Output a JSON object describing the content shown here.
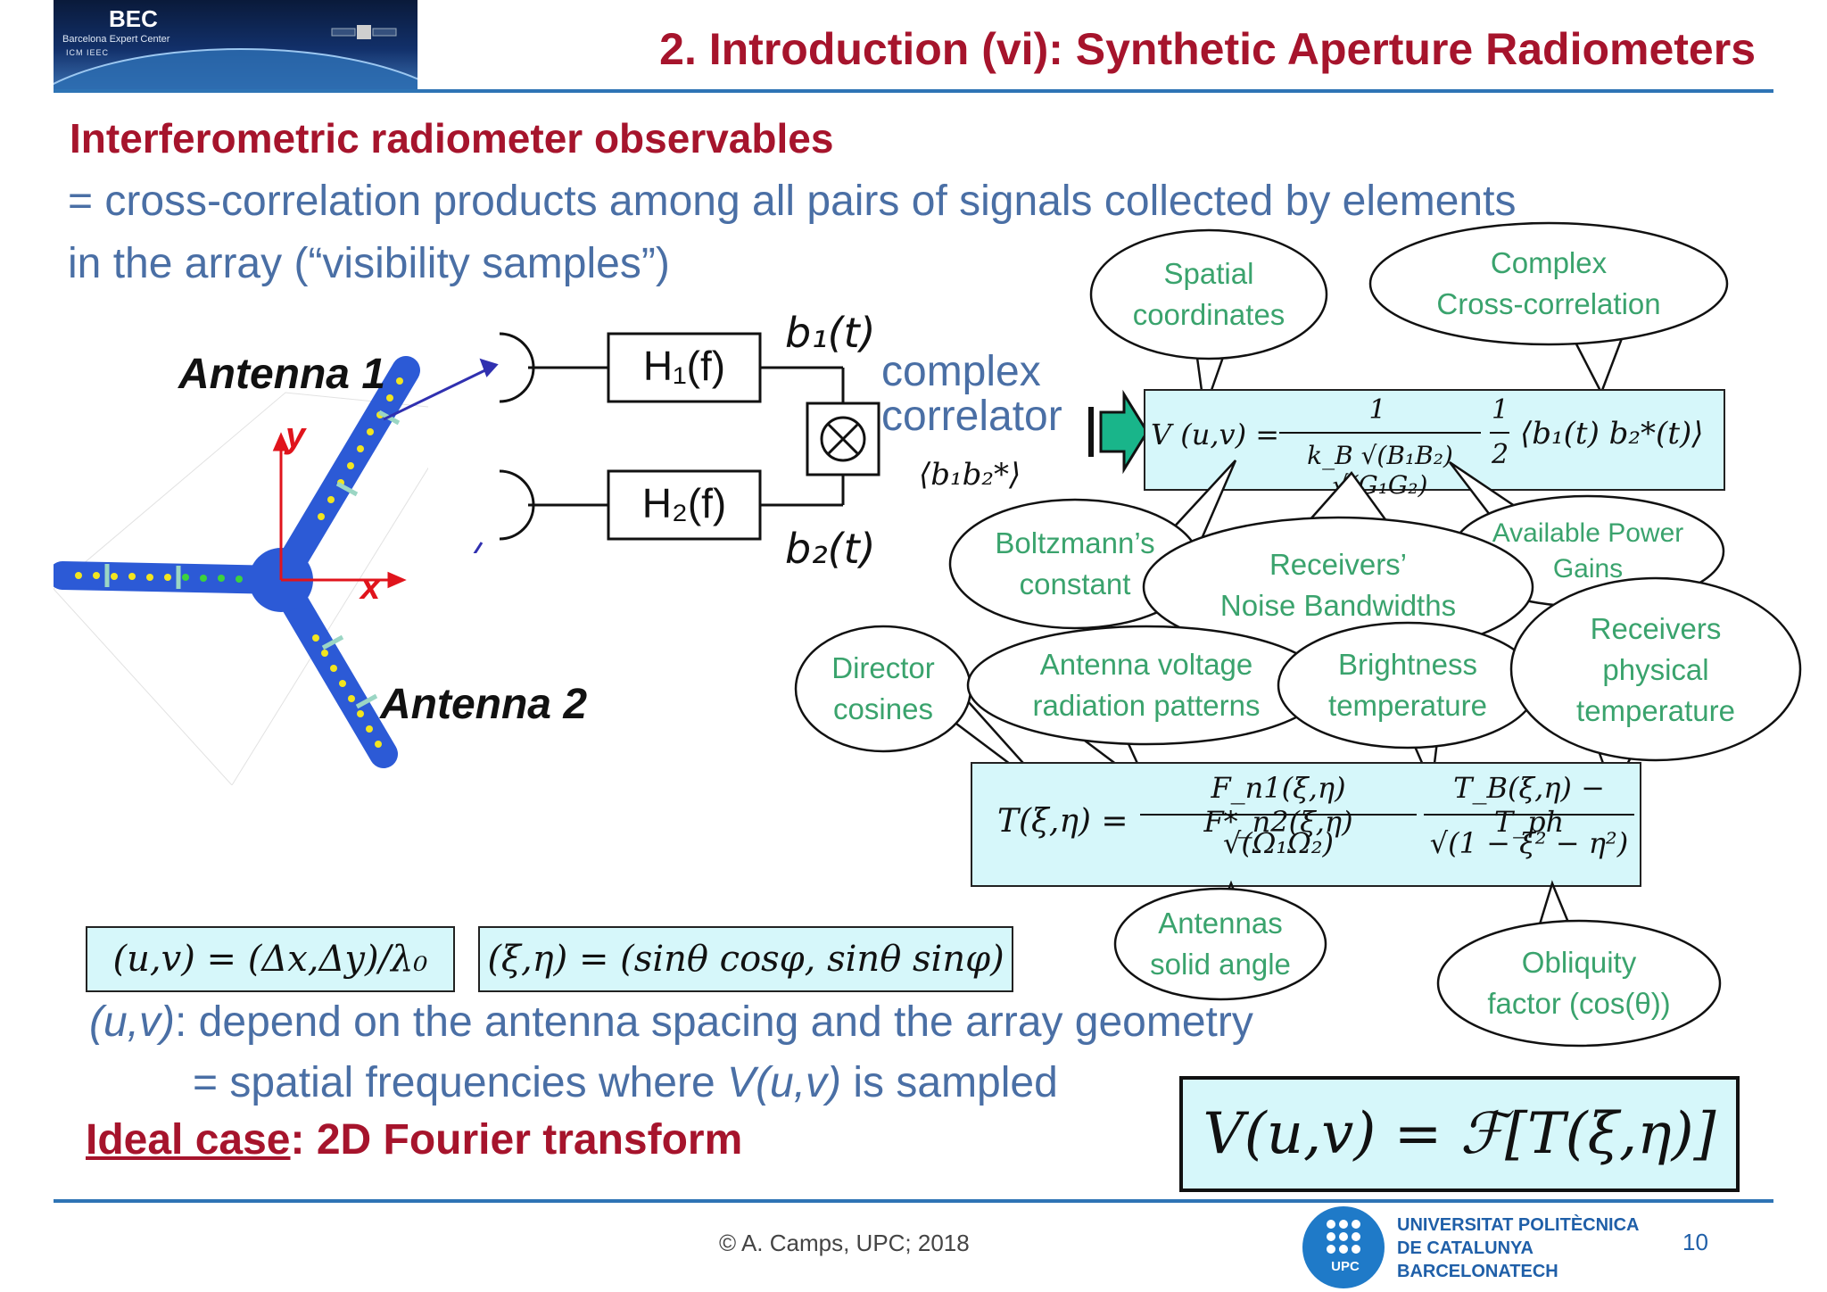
{
  "header": {
    "logo_brand": "BEC",
    "logo_sub": "Barcelona Expert Center",
    "logo_partners": "ICM    IEEC",
    "title": "2. Introduction (vi): Synthetic Aperture Radiometers"
  },
  "body": {
    "heading": "Interferometric radiometer observables",
    "line1": "= cross-correlation products among all pairs of signals collected by elements",
    "line2": "in the array (“visibility samples”)",
    "uv_desc_prefix": "(u,v)",
    "uv_desc_rest": ": depend on the antenna spacing and the array geometry",
    "sampled_prefix": "= spatial frequencies where ",
    "sampled_v": "V(u,v)",
    "sampled_suffix": " is sampled",
    "ideal_label": "Ideal case",
    "ideal_rest": ": 2D Fourier transform"
  },
  "diagram": {
    "antenna1": "Antenna 1",
    "antenna2": "Antenna 2",
    "axis_x": "x",
    "axis_y": "y",
    "filter1": "H₁(f)",
    "filter2": "H₂(f)",
    "signal1": "b₁(t)",
    "signal2": "b₂(t)",
    "correlator_l1": "complex",
    "correlator_l2": "correlator",
    "correlator_out": "⟨b₁b₂*⟩"
  },
  "callouts": {
    "spatial_coords": [
      "Spatial",
      "coordinates"
    ],
    "complex_xcorr": [
      "Complex",
      "Cross-correlation"
    ],
    "boltzmann": [
      "Boltzmann’s",
      "constant"
    ],
    "noise_bw": [
      "Receivers’",
      "Noise Bandwidths"
    ],
    "power_gains": [
      "Available Power",
      "Gains"
    ],
    "director_cos": [
      "Director",
      "cosines"
    ],
    "ant_patterns": [
      "Antenna voltage",
      "radiation patterns"
    ],
    "brightness": [
      "Brightness",
      "temperature"
    ],
    "phys_temp": [
      "Receivers",
      "physical",
      "temperature"
    ],
    "solid_angle": [
      "Antennas",
      "solid angle"
    ],
    "obliquity": [
      "Obliquity",
      "factor (cos(θ))"
    ]
  },
  "equations": {
    "visibility_lhs": "V (u,v) =",
    "visibility_num": "1",
    "visibility_den": "k_B √(B₁B₂) √(G₁G₂)",
    "visibility_half_num": "1",
    "visibility_half_den": "2",
    "visibility_corr": "⟨b₁(t) b₂*(t)⟩",
    "temp_lhs": "T(ξ,η) =",
    "temp_num1": "F_n1(ξ,η) F*_n2(ξ,η)",
    "temp_den1": "√(Ω₁Ω₂)",
    "temp_num2": "T_B(ξ,η) − T_ph",
    "temp_den2": "√(1 − ξ² − η²)",
    "uv_def": "(u,v) = (Δx,Δy)/λ₀",
    "xieta_def": "(ξ,η) = (sinθ cosφ, sinθ sinφ)",
    "fourier": "V(u,v) = ℱ[T(ξ,η)]"
  },
  "footer": {
    "copyright": "© A. Camps, UPC; 2018",
    "univ_line1": "UNIVERSITAT POLITÈCNICA",
    "univ_line2": "DE CATALUNYA",
    "univ_line3": "BARCELONATECH",
    "univ_logo": "UPC",
    "page": "10"
  },
  "colors": {
    "title_red": "#a6142c",
    "body_blue": "#4a6fa5",
    "callout_green": "#3aa36d",
    "eq_fill": "#d6f7fa",
    "rule_blue": "#2e74b5"
  }
}
